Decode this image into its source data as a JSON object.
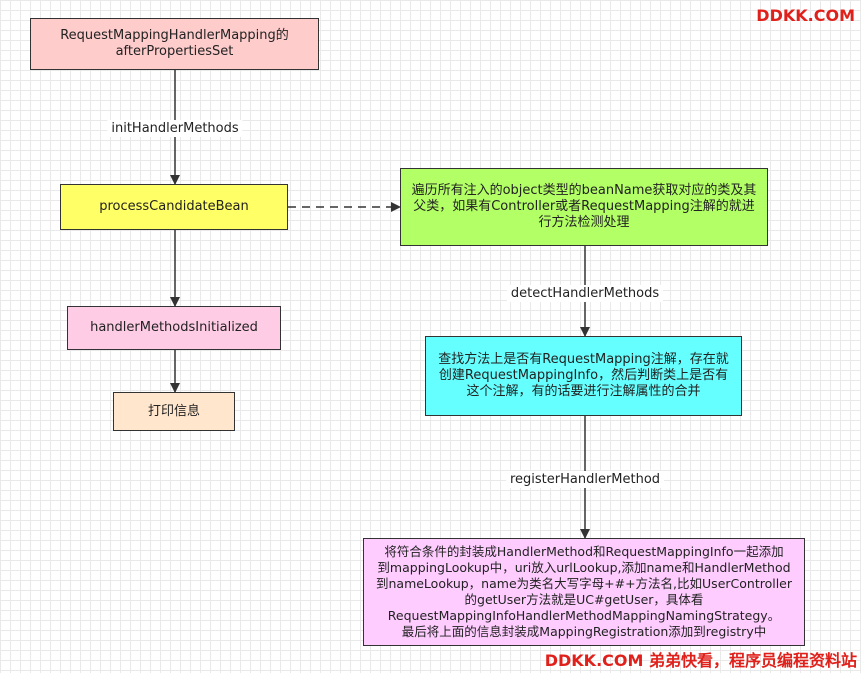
{
  "nodes": {
    "mapping_afterpropertiesset": {
      "text": "RequestMappingHandlerMapping的\nafterPropertiesSet",
      "fill": "#ffcccc"
    },
    "process_candidate_bean": {
      "text": "processCandidateBean",
      "fill": "#ffff66"
    },
    "traverse_beans": {
      "text": "遍历所有注入的object类型的beanName获取对应的类及其\n父类，如果有Controller或者RequestMapping注解的就进\n行方法检测处理",
      "fill": "#b3ff66"
    },
    "handler_methods_initialized": {
      "text": "handlerMethodsInitialized",
      "fill": "#ffcce6"
    },
    "find_request_mapping": {
      "text": "查找方法上是否有RequestMapping注解，存在就\n创建RequestMappingInfo，然后判断类上是否有\n这个注解，有的话要进行注解属性的合并",
      "fill": "#66ffff"
    },
    "print_info": {
      "text": "打印信息",
      "fill": "#ffe6cc"
    },
    "register_handler_method": {
      "text": "将符合条件的封装成HandlerMethod和RequestMappingInfo一起添加\n到mappingLookup中，uri放入urlLookup,添加name和HandlerMethod\n到nameLookup，name为类名大写字母+#+方法名,比如UserController\n的getUser方法就是UC#getUser，具体看\nRequestMappingInfoHandlerMethodMappingNamingStrategy。\n最后将上面的信息封装成MappingRegistration添加到registry中",
      "fill": "#ffccff"
    }
  },
  "edges": {
    "init_handler_methods": "initHandlerMethods",
    "detect_handler_methods": "detectHandlerMethods",
    "register_handler_method": "registerHandlerMethod"
  },
  "watermark": {
    "top": "DDKK.COM",
    "bottom": "DDKK.COM 弟弟快看，程序员编程资料站",
    "color": "#e0211b"
  }
}
